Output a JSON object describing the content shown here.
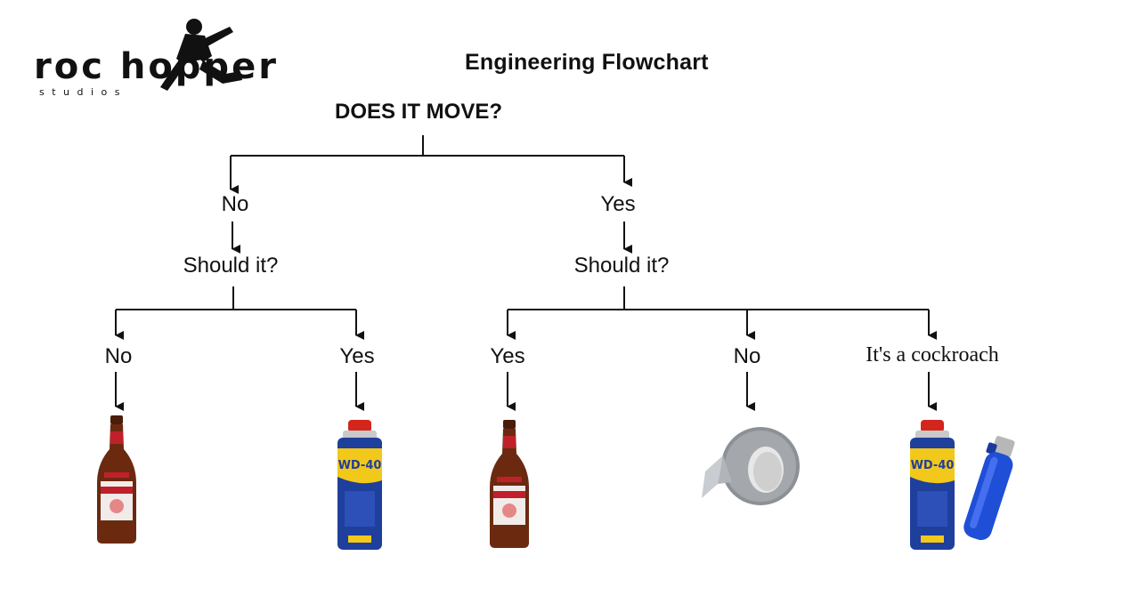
{
  "logo": {
    "wordmark": "roc hopper",
    "subtitle": "studios"
  },
  "header": {
    "title": "Engineering Flowchart"
  },
  "root": {
    "question": "DOES IT MOVE?"
  },
  "branches": {
    "no": {
      "label": "No",
      "question": "Should it?",
      "answers": [
        {
          "label": "No",
          "item": "beer-bottle"
        },
        {
          "label": "Yes",
          "item": "wd40-can"
        }
      ]
    },
    "yes": {
      "label": "Yes",
      "question": "Should it?",
      "answers": [
        {
          "label": "Yes",
          "item": "beer-bottle"
        },
        {
          "label": "No",
          "item": "duct-tape"
        },
        {
          "label": "It's a cockroach",
          "item": "wd40-can-and-lighter"
        }
      ]
    }
  },
  "colors": {
    "line": "#111111",
    "wd40_blue": "#1f3f9c",
    "wd40_yellow": "#f2c81a",
    "wd40_red": "#d4251d",
    "beer": "#6b2a10",
    "tape": "#9a9ea3",
    "lighter": "#1f4fd6"
  },
  "item_labels": {
    "wd40_text": "WD-40"
  }
}
